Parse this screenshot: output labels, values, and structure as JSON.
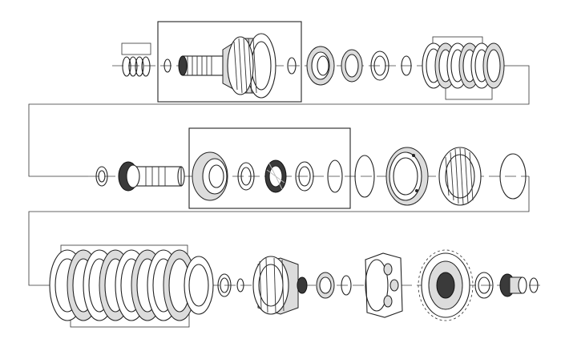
{
  "diagram": {
    "type": "exploded-view",
    "colors": {
      "line": "#222222",
      "background": "#ffffff",
      "shade": "#dcdcdc",
      "dark": "#3a3a3a"
    },
    "rows": [
      {
        "name": "row-1",
        "parts": [
          "return-spring-pack",
          "snap-ring",
          "input-shaft-drum",
          "snap-ring",
          "piston",
          "seal-ring",
          "washer",
          "snap-ring",
          "clutch-pack"
        ]
      },
      {
        "name": "row-2",
        "parts": [
          "washer",
          "shaft-gear",
          "bearing-race",
          "washer",
          "needle-bearing",
          "washer",
          "snap-ring",
          "snap-ring",
          "clutch-hub",
          "sprag-clutch",
          "snap-ring"
        ]
      },
      {
        "name": "row-3",
        "parts": [
          "clutch-pack",
          "backing-plate",
          "washer",
          "clutch-drum",
          "washer",
          "snap-ring",
          "carrier",
          "ring-gear",
          "washer",
          "sun-gear",
          "snap-ring"
        ]
      }
    ]
  }
}
